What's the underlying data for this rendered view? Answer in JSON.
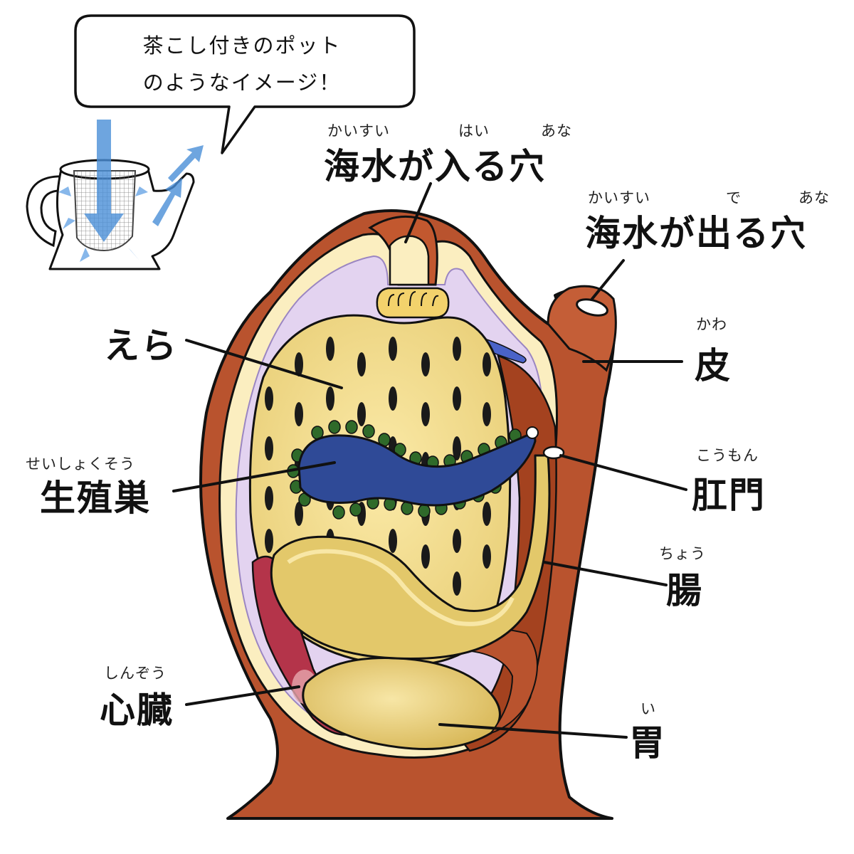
{
  "bubble": {
    "line1": "茶こし付きのポット",
    "line2": "のようなイメージ！"
  },
  "labels": {
    "inlet": {
      "text": "海水が入る穴",
      "ruby": [
        "かいすい",
        "はい",
        "あな"
      ]
    },
    "outlet": {
      "text": "海水が出る穴",
      "ruby": [
        "かいすい",
        "で",
        "あな"
      ]
    },
    "gill": {
      "text": "えら"
    },
    "skin": {
      "text": "皮",
      "ruby": "かわ"
    },
    "gonad": {
      "text": "生殖巣",
      "ruby": "せいしょくそう"
    },
    "anus": {
      "text": "肛門",
      "ruby": "こうもん"
    },
    "intestine": {
      "text": "腸",
      "ruby": "ちょう"
    },
    "heart": {
      "text": "心臓",
      "ruby": "しんぞう"
    },
    "stomach": {
      "text": "胃",
      "ruby": "い"
    }
  },
  "colors": {
    "tunic": "#b9532e",
    "tunic_dark": "#8d3a1e",
    "inner_layer": "#fbeec0",
    "membrane": "#d8c4ec",
    "gill_basket": "#f1dc8e",
    "gill_slit": "#1a1a1a",
    "gonad": "#2f4a97",
    "gonad_bumps": "#2f6a2a",
    "gut": "#e3c86a",
    "heart": "#b4344a",
    "water_arrow": "#4a8fd8",
    "outline": "#111111"
  }
}
